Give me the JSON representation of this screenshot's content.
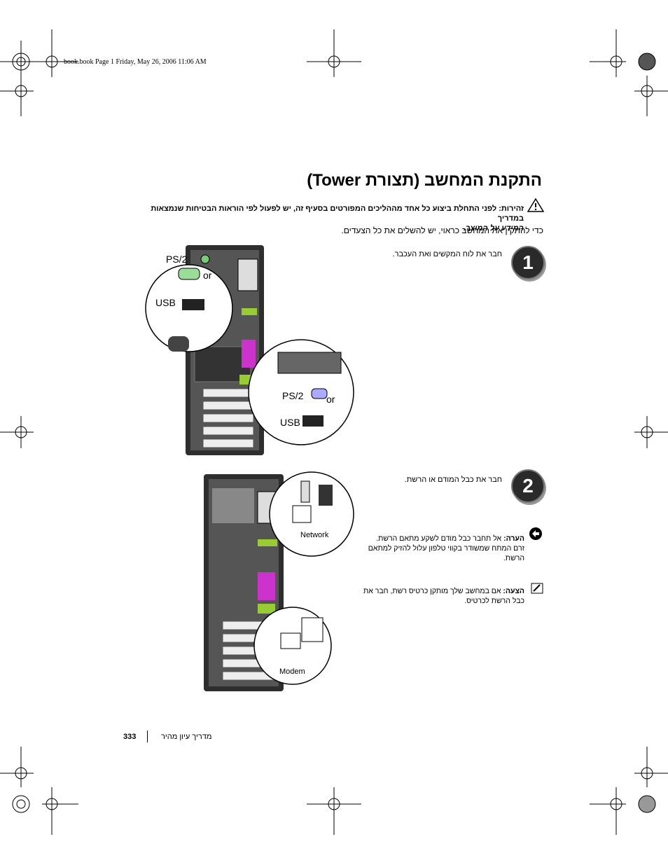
{
  "header": {
    "file_line": "book.book  Page 1  Friday, May 26, 2006  11:06 AM"
  },
  "page": {
    "title": "התקנת המחשב (תצורת Tower)",
    "warning_line1": "זהירות: לפני התחלת ביצוע כל אחד מההליכים המפורטים בסעיף זה, יש לפעול לפי הוראות הבטיחות שנמצאות במדריך",
    "warning_line2": "המידע על המוצר.",
    "intro": "כדי להתקין את המחשב כראוי, יש להשלים את כל הצעדים."
  },
  "steps": [
    {
      "number": "1",
      "text": "חבר את לוח המקשים ואת העכבר."
    },
    {
      "number": "2",
      "text": "חבר את כבל המודם או הרשת."
    }
  ],
  "notices": {
    "notice_label": "הערה:",
    "notice_text": "אל תחבר כבל מודם לשקע מתאם הרשת. זרם המתח שמשודר בקווי טלפון עלול להזיק למתאם הרשת.",
    "tip_label": "הצעה:",
    "tip_text": "אם במחשב שלך מותקן כרטיס רשת, חבר את כבל הרשת לכרטיס."
  },
  "figure1": {
    "labels": [
      "PS/2",
      "or",
      "USB",
      "PS/2",
      "or",
      "USB"
    ]
  },
  "figure2": {
    "labels": [
      "Network",
      "Modem"
    ]
  },
  "footer": {
    "page_number": "333",
    "section": "מדריך עיון מהיר"
  }
}
